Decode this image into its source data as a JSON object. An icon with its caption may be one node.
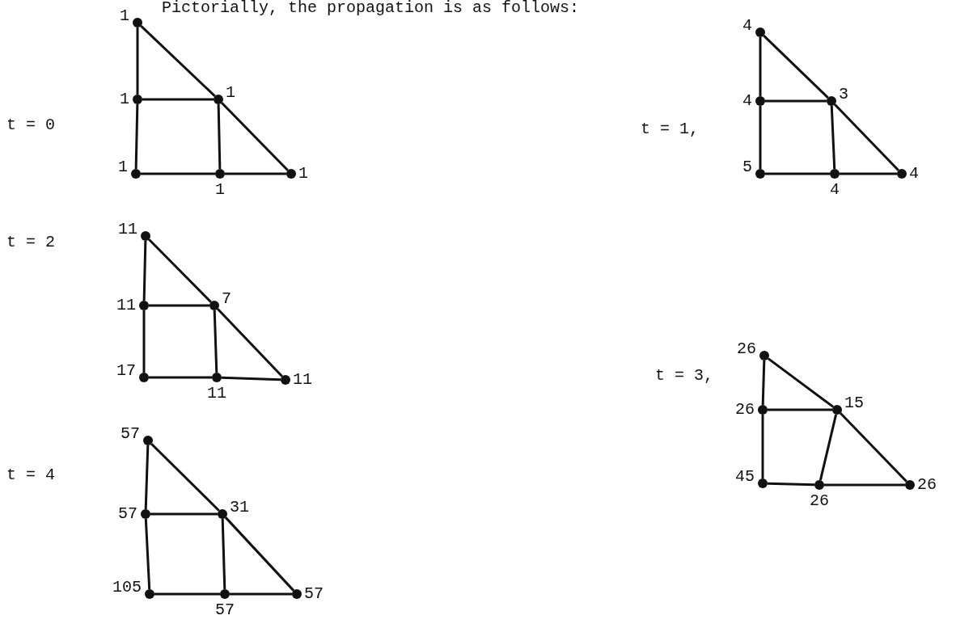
{
  "diagram": {
    "title": "Pictorially, the propagation is as follows:",
    "nodes": [
      {
        "text": [],
        "shape": "circle",
        "beside": [
          "1"
        ]
      },
      {
        "text": [],
        "shape": "circle",
        "beside": [
          "1"
        ]
      },
      {
        "text": [],
        "shape": "circle",
        "beside": [
          "1"
        ]
      },
      {
        "text": [],
        "shape": "circle",
        "beside": [
          "1"
        ]
      },
      {
        "text": [],
        "shape": "circle",
        "beside": [
          "1"
        ]
      },
      {
        "text": [],
        "shape": "circle",
        "beside": [
          "1"
        ]
      },
      {
        "text": [],
        "shape": "circle",
        "beside": [
          "4"
        ]
      },
      {
        "text": [],
        "shape": "circle",
        "beside": [
          "4"
        ]
      },
      {
        "text": [],
        "shape": "circle",
        "beside": [
          "3"
        ]
      },
      {
        "text": [],
        "shape": "circle",
        "beside": [
          "5"
        ]
      },
      {
        "text": [],
        "shape": "circle",
        "beside": [
          "4"
        ]
      },
      {
        "text": [],
        "shape": "circle",
        "beside": [
          "4"
        ]
      },
      {
        "text": [],
        "shape": "circle",
        "beside": [
          "11"
        ]
      },
      {
        "text": [],
        "shape": "circle",
        "beside": [
          "11"
        ]
      },
      {
        "text": [],
        "shape": "circle",
        "beside": [
          "7"
        ]
      },
      {
        "text": [],
        "shape": "circle",
        "beside": [
          "17"
        ]
      },
      {
        "text": [],
        "shape": "circle",
        "beside": [
          "11"
        ]
      },
      {
        "text": [],
        "shape": "circle",
        "beside": [
          "11"
        ]
      },
      {
        "text": [],
        "shape": "circle",
        "beside": [
          "26"
        ]
      },
      {
        "text": [],
        "shape": "circle",
        "beside": [
          "26"
        ]
      },
      {
        "text": [],
        "shape": "circle",
        "beside": [
          "15"
        ]
      },
      {
        "text": [],
        "shape": "circle",
        "beside": [
          "45"
        ]
      },
      {
        "text": [],
        "shape": "circle",
        "beside": [
          "26"
        ]
      },
      {
        "text": [],
        "shape": "circle",
        "beside": [
          "26"
        ]
      },
      {
        "text": [],
        "shape": "circle",
        "beside": [
          "57"
        ]
      },
      {
        "text": [],
        "shape": "circle",
        "beside": [
          "57"
        ]
      },
      {
        "text": [],
        "shape": "circle",
        "beside": [
          "31"
        ]
      },
      {
        "text": [],
        "shape": "circle",
        "beside": [
          "105"
        ]
      },
      {
        "text": [],
        "shape": "circle",
        "beside": [
          "57"
        ]
      },
      {
        "text": [],
        "shape": "circle",
        "beside": [
          "57"
        ]
      }
    ],
    "edges": [
      {
        "from": 0,
        "to": 1,
        "arrow": "none"
      },
      {
        "from": 1,
        "to": 3,
        "arrow": "none"
      },
      {
        "from": 3,
        "to": 4,
        "arrow": "none"
      },
      {
        "from": 4,
        "to": 5,
        "arrow": "none"
      },
      {
        "from": 0,
        "to": 2,
        "arrow": "none"
      },
      {
        "from": 2,
        "to": 5,
        "arrow": "none"
      },
      {
        "from": 1,
        "to": 2,
        "arrow": "none"
      },
      {
        "from": 2,
        "to": 4,
        "arrow": "none"
      },
      {
        "from": 6,
        "to": 7,
        "arrow": "none"
      },
      {
        "from": 7,
        "to": 9,
        "arrow": "none"
      },
      {
        "from": 9,
        "to": 10,
        "arrow": "none"
      },
      {
        "from": 10,
        "to": 11,
        "arrow": "none"
      },
      {
        "from": 6,
        "to": 8,
        "arrow": "none"
      },
      {
        "from": 8,
        "to": 11,
        "arrow": "none"
      },
      {
        "from": 7,
        "to": 8,
        "arrow": "none"
      },
      {
        "from": 8,
        "to": 10,
        "arrow": "none"
      },
      {
        "from": 12,
        "to": 13,
        "arrow": "none"
      },
      {
        "from": 13,
        "to": 15,
        "arrow": "none"
      },
      {
        "from": 15,
        "to": 16,
        "arrow": "none"
      },
      {
        "from": 16,
        "to": 17,
        "arrow": "none"
      },
      {
        "from": 12,
        "to": 14,
        "arrow": "none"
      },
      {
        "from": 14,
        "to": 17,
        "arrow": "none"
      },
      {
        "from": 13,
        "to": 14,
        "arrow": "none"
      },
      {
        "from": 14,
        "to": 16,
        "arrow": "none"
      },
      {
        "from": 18,
        "to": 19,
        "arrow": "none"
      },
      {
        "from": 19,
        "to": 21,
        "arrow": "none"
      },
      {
        "from": 21,
        "to": 22,
        "arrow": "none"
      },
      {
        "from": 22,
        "to": 23,
        "arrow": "none"
      },
      {
        "from": 18,
        "to": 20,
        "arrow": "none"
      },
      {
        "from": 20,
        "to": 23,
        "arrow": "none"
      },
      {
        "from": 19,
        "to": 20,
        "arrow": "none"
      },
      {
        "from": 20,
        "to": 22,
        "arrow": "none"
      },
      {
        "from": 24,
        "to": 25,
        "arrow": "none"
      },
      {
        "from": 25,
        "to": 27,
        "arrow": "none"
      },
      {
        "from": 27,
        "to": 28,
        "arrow": "none"
      },
      {
        "from": 28,
        "to": 29,
        "arrow": "none"
      },
      {
        "from": 24,
        "to": 26,
        "arrow": "none"
      },
      {
        "from": 26,
        "to": 29,
        "arrow": "none"
      },
      {
        "from": 25,
        "to": 26,
        "arrow": "none"
      },
      {
        "from": 26,
        "to": 28,
        "arrow": "none"
      }
    ],
    "labels": [
      "t = 0",
      "t = 1,",
      "t = 2",
      "t = 3,",
      "t = 4"
    ]
  }
}
